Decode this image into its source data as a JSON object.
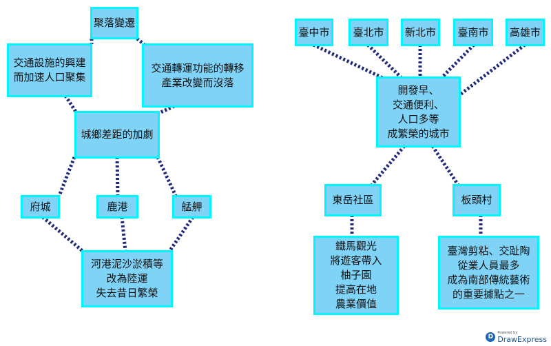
{
  "left_diagram": {
    "root": "聚落變遷",
    "cause_a": "交通設施的興建\n而加速人口聚集",
    "cause_b": "交通轉運功能的轉移\n產業改變而沒落",
    "center": "城鄉差距的加劇",
    "towns": [
      "府城",
      "鹿港",
      "艋舺"
    ],
    "result": "河港泥沙淤積等\n改為陸運\n失去昔日繁榮"
  },
  "right_diagram": {
    "cities": [
      "臺中市",
      "臺北市",
      "新北市",
      "臺南市",
      "高雄市"
    ],
    "center": "開發早、\n交通便利、\n人口多等\n成繁榮的城市",
    "places": [
      "東岳社區",
      "板頭村"
    ],
    "place_details": [
      "鐵馬觀光\n將遊客帶入\n柚子園\n提高在地\n農業價值",
      "臺灣剪粘、交趾陶\n從業人員最多\n成為南部傳統藝術\n的重要據點之一"
    ]
  },
  "branding": {
    "powered_by": "Powered by",
    "name": "DrawExpress"
  },
  "colors": {
    "node_fill": "#7fd3f7",
    "node_border": "#00f5ff",
    "link": "#1f2a7a"
  }
}
